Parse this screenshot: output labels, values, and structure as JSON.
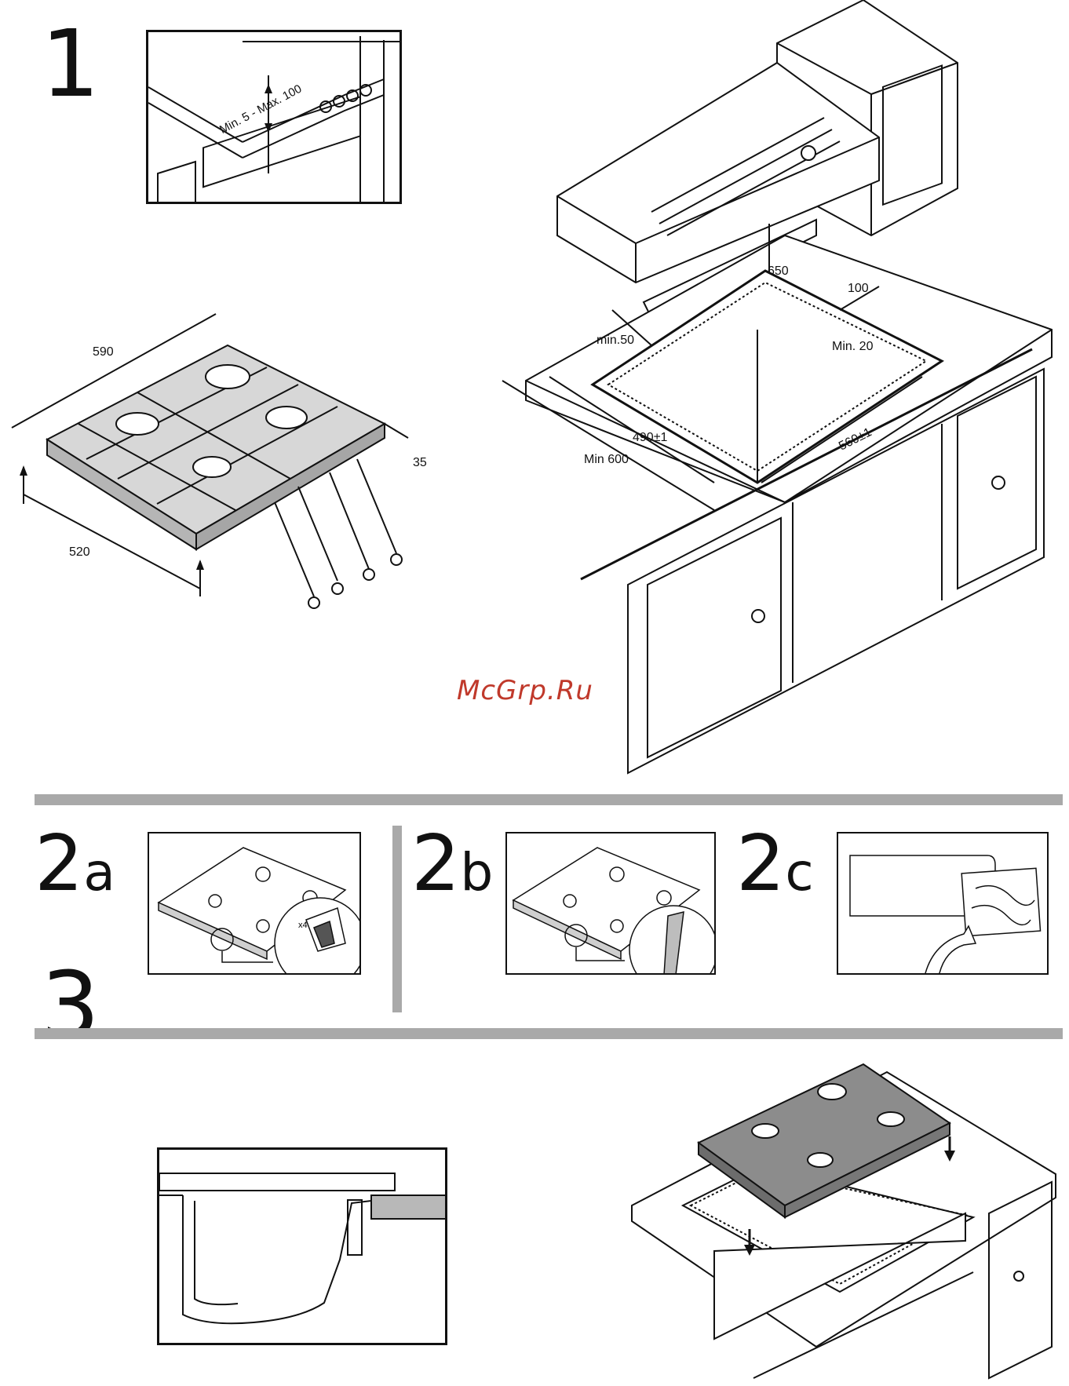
{
  "watermark": "McGrp.Ru",
  "steps": {
    "step1": {
      "label": "1"
    },
    "step2a": {
      "number": "2",
      "suffix": "a"
    },
    "step2b": {
      "number": "2",
      "suffix": "b"
    },
    "step2c": {
      "number": "2",
      "suffix": "c"
    },
    "step3": {
      "label": "3"
    }
  },
  "dimensions": {
    "width_590": "590",
    "depth_520": "520",
    "height_35": "35",
    "oven_gap": "Min. 5 - Max. 100",
    "hood_650": "650",
    "side_100": "100",
    "front_min50": "min.50",
    "rear_min20": "Min. 20",
    "cutout_490": "490±1",
    "cutout_560": "560±1",
    "counter_min600": "Min 600",
    "clamp_x4": "x4"
  },
  "colors": {
    "divider": "#a9a9a9",
    "watermark": "#c0392b",
    "ink": "#111111"
  }
}
